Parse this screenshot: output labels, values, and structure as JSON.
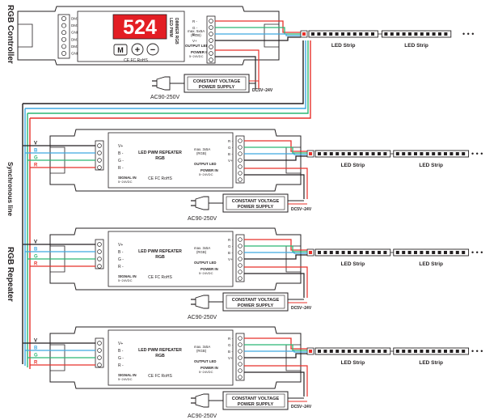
{
  "side_labels": {
    "controller": "RGB Controller",
    "sync": "Synchronous line",
    "repeater": "RGB Repeater"
  },
  "controller": {
    "display": "524",
    "title_line1": "LED PWM",
    "title_line2": "DIMMER RGB",
    "dmx_pins": [
      "DMX +",
      "DMX -",
      "GND",
      "DMX +",
      "DMX -",
      "GND"
    ],
    "button_m": "M",
    "button_plus": "+",
    "button_minus": "−",
    "cert": "CE FC RoHS",
    "max_line1": "max. 5x5A",
    "max_line2": "(RGB)",
    "out_label": "OUTPUT LED",
    "out_pins": [
      "R -",
      "G -",
      "B -",
      "V+"
    ],
    "power_label": "POWER IN",
    "power_voltage": "5~24VDC"
  },
  "repeater": {
    "title_line1": "LED PWM REPEATER",
    "title_line2": "RGB",
    "signal_label": "SIGNAL IN",
    "signal_voltage": "5~24VDC",
    "in_pins": [
      "V+",
      "B -",
      "G -",
      "R -"
    ],
    "cert": "CE FC RoHS",
    "max_line1": "max. 3x5A",
    "max_line2": "(RGB)",
    "out_label": "OUTPUT LED",
    "out_pins": [
      "R -",
      "G -",
      "B -",
      "V+"
    ],
    "power_label": "POWER IN",
    "power_voltage": "5~24VDC"
  },
  "bus_letters": [
    "V",
    "B",
    "G",
    "R"
  ],
  "psu": {
    "line1": "CONSTANT VOLTAGE",
    "line2": "POWER SUPPLY",
    "ac": "AC90-250V",
    "dc": "DC5V~24V"
  },
  "strip_label": "LED Strip",
  "ellipsis": "• • •",
  "colors": {
    "red": "#e8302a",
    "green": "#2bb673",
    "blue": "#3fa9e0",
    "black": "#231f20",
    "display_bg": "#e31e24"
  }
}
